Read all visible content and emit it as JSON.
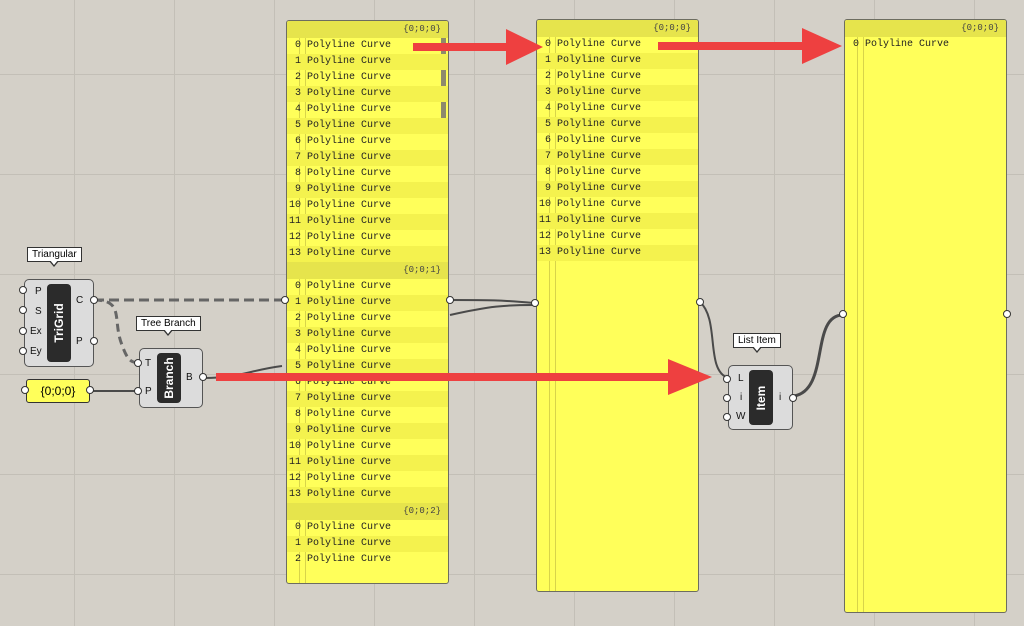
{
  "colors": {
    "canvas": "#d4d0c8",
    "panel": "#ffff5a",
    "arrow": "#ee4040",
    "component": "#dcdcdc",
    "component_core": "#2b2b2b"
  },
  "panel_one": {
    "groups": [
      {
        "path": "{0;0;0}",
        "items": [
          {
            "i": "0",
            "t": "Polyline Curve"
          },
          {
            "i": "1",
            "t": "Polyline Curve"
          },
          {
            "i": "2",
            "t": "Polyline Curve"
          },
          {
            "i": "3",
            "t": "Polyline Curve"
          },
          {
            "i": "4",
            "t": "Polyline Curve"
          },
          {
            "i": "5",
            "t": "Polyline Curve"
          },
          {
            "i": "6",
            "t": "Polyline Curve"
          },
          {
            "i": "7",
            "t": "Polyline Curve"
          },
          {
            "i": "8",
            "t": "Polyline Curve"
          },
          {
            "i": "9",
            "t": "Polyline Curve"
          },
          {
            "i": "10",
            "t": "Polyline Curve"
          },
          {
            "i": "11",
            "t": "Polyline Curve"
          },
          {
            "i": "12",
            "t": "Polyline Curve"
          },
          {
            "i": "13",
            "t": "Polyline Curve"
          }
        ]
      },
      {
        "path": "{0;0;1}",
        "items": [
          {
            "i": "0",
            "t": "Polyline Curve"
          },
          {
            "i": "1",
            "t": "Polyline Curve"
          },
          {
            "i": "2",
            "t": "Polyline Curve"
          },
          {
            "i": "3",
            "t": "Polyline Curve"
          },
          {
            "i": "4",
            "t": "Polyline Curve"
          },
          {
            "i": "5",
            "t": "Polyline Curve"
          },
          {
            "i": "6",
            "t": "Polyline Curve"
          },
          {
            "i": "7",
            "t": "Polyline Curve"
          },
          {
            "i": "8",
            "t": "Polyline Curve"
          },
          {
            "i": "9",
            "t": "Polyline Curve"
          },
          {
            "i": "10",
            "t": "Polyline Curve"
          },
          {
            "i": "11",
            "t": "Polyline Curve"
          },
          {
            "i": "12",
            "t": "Polyline Curve"
          },
          {
            "i": "13",
            "t": "Polyline Curve"
          }
        ]
      },
      {
        "path": "{0;0;2}",
        "items": [
          {
            "i": "0",
            "t": "Polyline Curve"
          },
          {
            "i": "1",
            "t": "Polyline Curve"
          },
          {
            "i": "2",
            "t": "Polyline Curve"
          }
        ]
      }
    ]
  },
  "panel_two": {
    "groups": [
      {
        "path": "{0;0;0}",
        "items": [
          {
            "i": "0",
            "t": "Polyline Curve"
          },
          {
            "i": "1",
            "t": "Polyline Curve"
          },
          {
            "i": "2",
            "t": "Polyline Curve"
          },
          {
            "i": "3",
            "t": "Polyline Curve"
          },
          {
            "i": "4",
            "t": "Polyline Curve"
          },
          {
            "i": "5",
            "t": "Polyline Curve"
          },
          {
            "i": "6",
            "t": "Polyline Curve"
          },
          {
            "i": "7",
            "t": "Polyline Curve"
          },
          {
            "i": "8",
            "t": "Polyline Curve"
          },
          {
            "i": "9",
            "t": "Polyline Curve"
          },
          {
            "i": "10",
            "t": "Polyline Curve"
          },
          {
            "i": "11",
            "t": "Polyline Curve"
          },
          {
            "i": "12",
            "t": "Polyline Curve"
          },
          {
            "i": "13",
            "t": "Polyline Curve"
          }
        ]
      }
    ]
  },
  "panel_three": {
    "groups": [
      {
        "path": "{0;0;0}",
        "items": [
          {
            "i": "0",
            "t": "Polyline Curve"
          }
        ]
      }
    ]
  },
  "trigrid": {
    "tag": "Triangular",
    "name": "TriGrid",
    "inputs": [
      "P",
      "S",
      "Ex",
      "Ey"
    ],
    "outputs": [
      "C",
      "P"
    ]
  },
  "branch": {
    "tag": "Tree Branch",
    "name": "Branch",
    "inputs": [
      "T",
      "P"
    ],
    "outputs": [
      "B"
    ]
  },
  "list_item": {
    "tag": "List Item",
    "name": "Item",
    "inputs": [
      "L",
      "i",
      "W"
    ],
    "outputs": [
      "i"
    ]
  },
  "path_param": {
    "value": "{0;0;0}"
  }
}
